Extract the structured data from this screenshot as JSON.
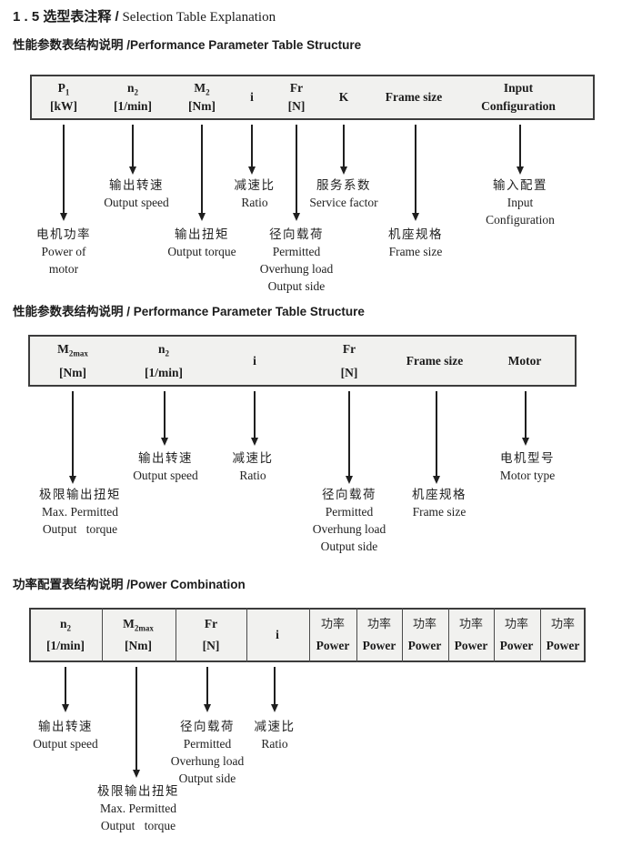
{
  "title": {
    "zh": "1 . 5 选型表注释 /",
    "en": "Selection Table Explanation"
  },
  "sections": [
    {
      "heading": "性能参数表结构说明 /Performance Parameter Table Structure",
      "table": {
        "cols": [
          {
            "sym": "P",
            "sub": "1",
            "unit": "[kW]"
          },
          {
            "sym": "n",
            "sub": "2",
            "unit": "[1/min]"
          },
          {
            "sym": "M",
            "sub": "2",
            "unit": "[Nm]"
          },
          {
            "sym": "i"
          },
          {
            "sym": "Fr",
            "unit": "[N]"
          },
          {
            "sym": "K"
          },
          {
            "sym": "Frame size"
          },
          {
            "sym": "Input",
            "unit": "Configuration"
          }
        ]
      },
      "callouts": [
        {
          "lines": [
            "电机功率",
            "Power of",
            "motor"
          ]
        },
        {
          "lines": [
            "输出转速",
            "Output speed"
          ]
        },
        {
          "lines": [
            "输出扭矩",
            "Output torque"
          ]
        },
        {
          "lines": [
            "减速比",
            "Ratio"
          ]
        },
        {
          "lines": [
            "径向载荷",
            "Permitted",
            "Overhung load",
            "Output side"
          ]
        },
        {
          "lines": [
            "服务系数",
            "Service factor"
          ]
        },
        {
          "lines": [
            "机座规格",
            "Frame size"
          ]
        },
        {
          "lines": [
            "输入配置",
            "Input",
            "Configuration"
          ]
        }
      ]
    },
    {
      "heading": "性能参数表结构说明 / Performance Parameter Table Structure",
      "table": {
        "cols": [
          {
            "sym": "M",
            "sub": "2max",
            "unit": "[Nm]"
          },
          {
            "sym": "n",
            "sub": "2",
            "unit": "[1/min]"
          },
          {
            "sym": "i"
          },
          {
            "sym": "Fr",
            "unit": "[N]"
          },
          {
            "sym": "Frame size"
          },
          {
            "sym": "Motor"
          }
        ]
      },
      "callouts": [
        {
          "lines": [
            "极限输出扭矩",
            "Max. Permitted",
            "Output torque"
          ]
        },
        {
          "lines": [
            "输出转速",
            "Output speed"
          ]
        },
        {
          "lines": [
            "减速比",
            "Ratio"
          ]
        },
        {
          "lines": [
            "径向载荷",
            "Permitted",
            "Overhung load",
            "Output side"
          ]
        },
        {
          "lines": [
            "机座规格",
            "Frame size"
          ]
        },
        {
          "lines": [
            "电机型号",
            "Motor type"
          ]
        }
      ]
    },
    {
      "heading": "功率配置表结构说明 /Power Combination",
      "table": {
        "cols": [
          {
            "sym": "n",
            "sub": "2",
            "unit": "[1/min]"
          },
          {
            "sym": "M",
            "sub": "2max",
            "unit": "[Nm]"
          },
          {
            "sym": "Fr",
            "unit": "[N]"
          },
          {
            "sym": "i"
          }
        ],
        "power_col": {
          "zh": "功率",
          "en": "Power"
        }
      },
      "callouts": [
        {
          "lines": [
            "输出转速",
            "Output speed"
          ]
        },
        {
          "lines": [
            "极限输出扭矩",
            "Max. Permitted",
            "Output torque"
          ]
        },
        {
          "lines": [
            "径向载荷",
            "Permitted",
            "Overhung load",
            "Output side"
          ]
        },
        {
          "lines": [
            "减速比",
            "Ratio"
          ]
        }
      ]
    }
  ]
}
